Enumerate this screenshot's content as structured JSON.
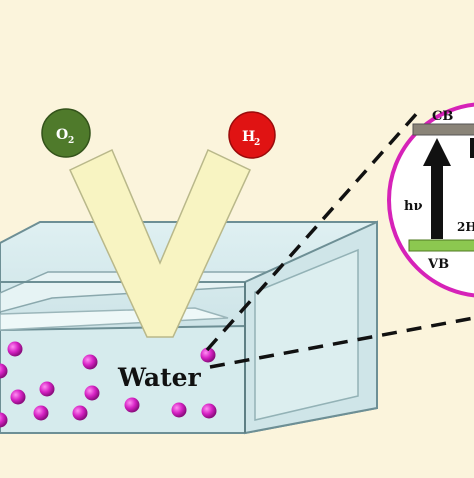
{
  "labels": {
    "oxygen": "O",
    "oxygen_sub": "2",
    "hydrogen": "H",
    "hydrogen_sub": "2",
    "water": "Water",
    "conduction_band": "CB",
    "valence_band": "VB",
    "photon": "hν",
    "reaction_fragment": "2H"
  },
  "colors": {
    "background": "#fbf4dc",
    "oxygen_bubble": "#4f7a2b",
    "hydrogen_bubble": "#e01313",
    "v_arrow_fill": "#f8f4c2",
    "tank_glass": "#c9e2e6",
    "tank_edge": "#6d8f95",
    "water_fill": "#d8ecee",
    "particle": "#cc1fbf",
    "circle_border": "#d622b8",
    "cb_band": "#8a8478",
    "vb_band": "#8cc850",
    "excitation_arrow": "#111111"
  },
  "particle_count": 13
}
